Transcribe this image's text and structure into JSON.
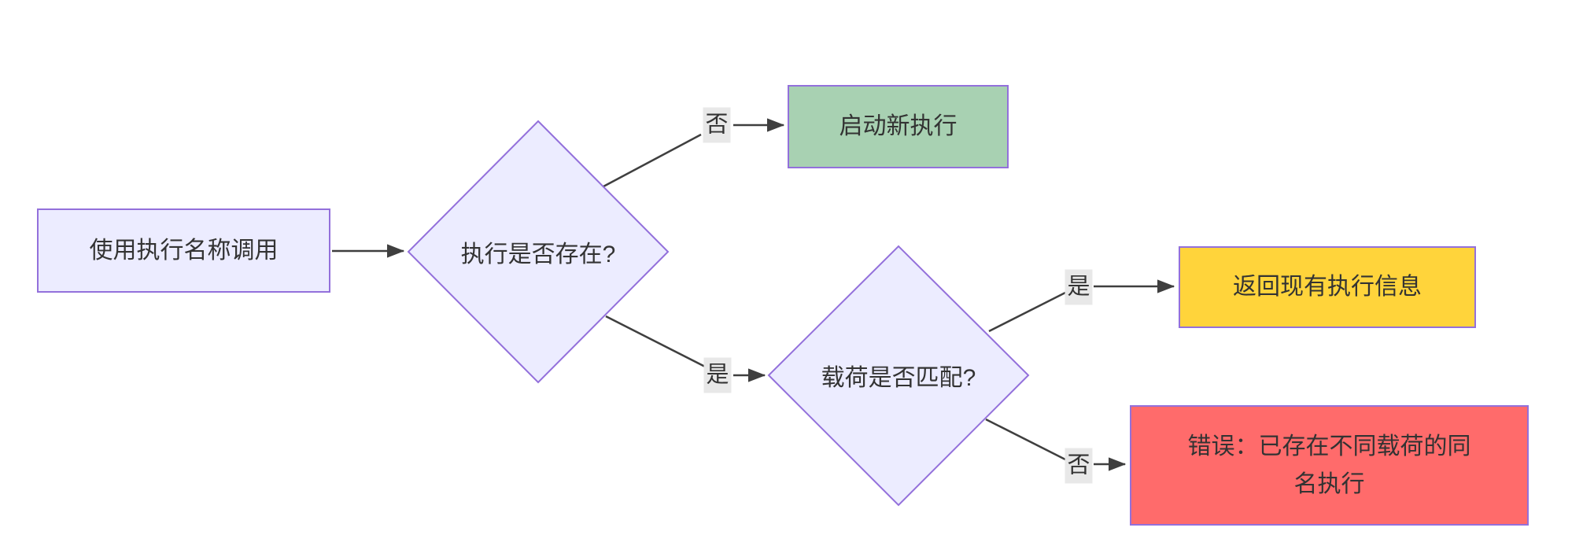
{
  "diagram": {
    "type": "flowchart",
    "background": "#ffffff",
    "colors": {
      "node_fill": "#ECECFF",
      "node_border": "#9370DB",
      "success_fill": "#A8D1B2",
      "warning_fill": "#FFD43B",
      "error_fill": "#FF6B6B",
      "edge_color": "#3f3f3f",
      "edge_label_bg": "#e8e8e8",
      "text_color": "#333333"
    },
    "nodes": {
      "start": {
        "shape": "rect",
        "label": "使用执行名称调用"
      },
      "exists_decision": {
        "shape": "diamond",
        "label": "执行是否存在?"
      },
      "start_new": {
        "shape": "rect",
        "label": "启动新执行"
      },
      "payload_decision": {
        "shape": "diamond",
        "label": "载荷是否匹配?"
      },
      "return_existing": {
        "shape": "rect",
        "label": "返回现有执行信息"
      },
      "error_conflict": {
        "shape": "rect",
        "label": "错误：已存在不同载荷的同名执行",
        "lines": [
          "错误：已存在不同载荷的同",
          "名执行"
        ]
      }
    },
    "edges": [
      {
        "from": "start",
        "to": "exists_decision",
        "label": ""
      },
      {
        "from": "exists_decision",
        "to": "start_new",
        "label": "否"
      },
      {
        "from": "exists_decision",
        "to": "payload_decision",
        "label": "是"
      },
      {
        "from": "payload_decision",
        "to": "return_existing",
        "label": "是"
      },
      {
        "from": "payload_decision",
        "to": "error_conflict",
        "label": "否"
      }
    ]
  }
}
